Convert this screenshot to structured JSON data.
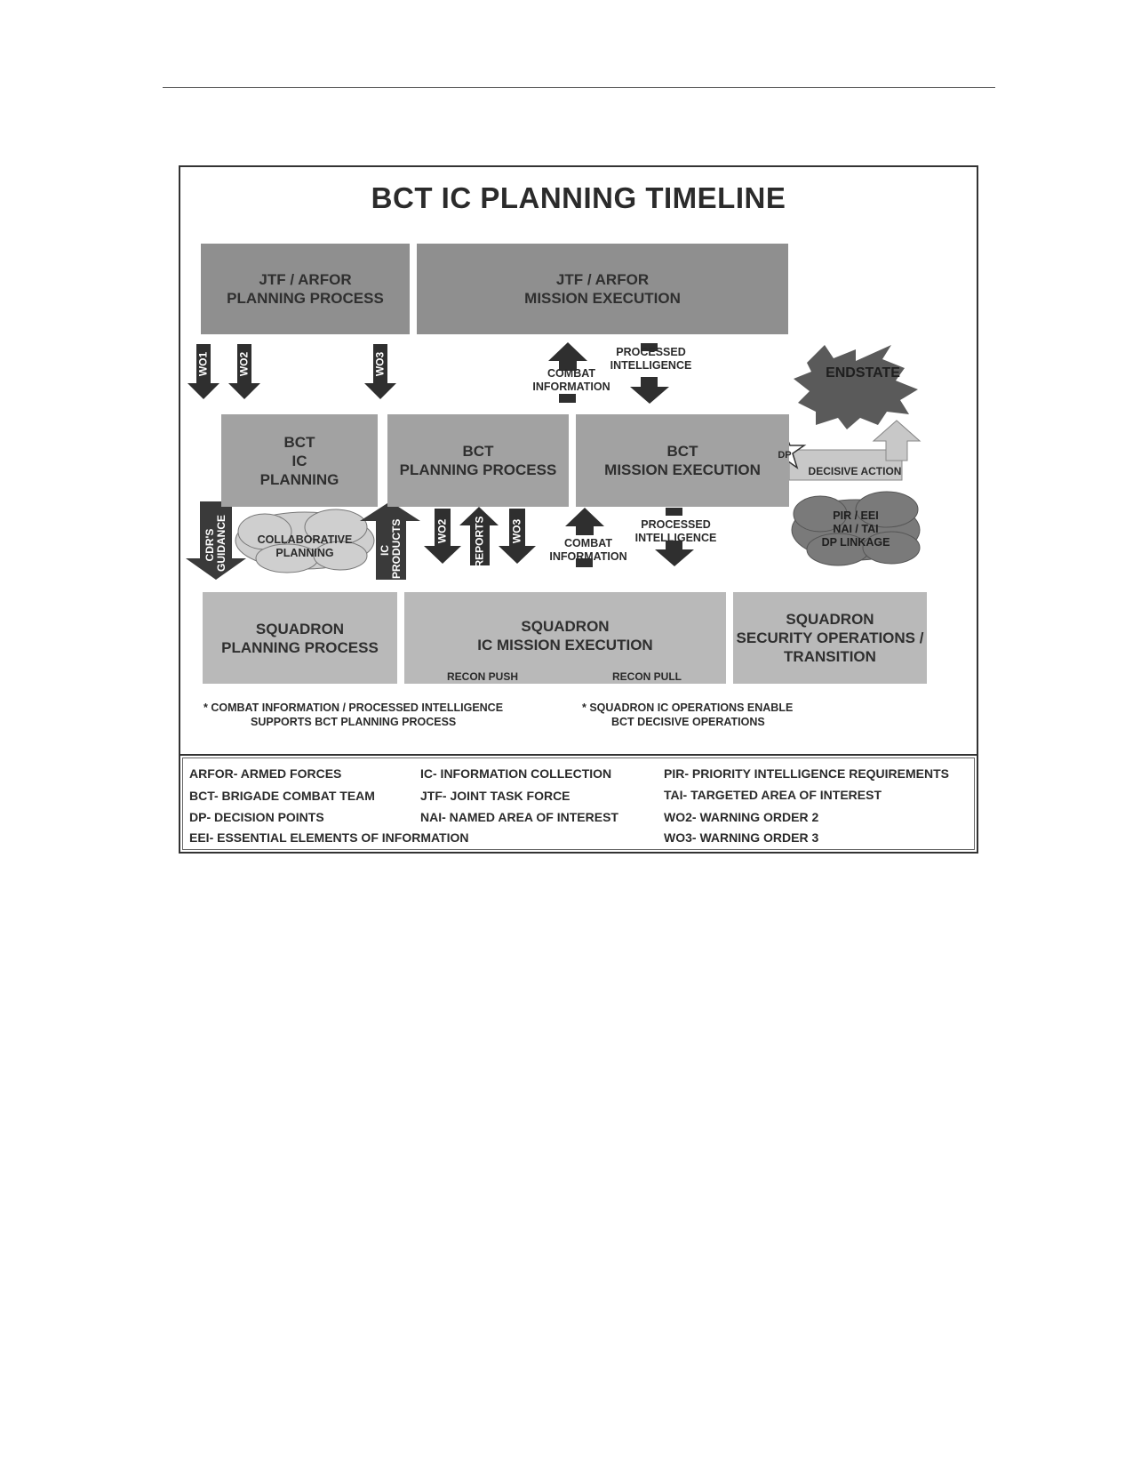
{
  "diagram": {
    "title": "BCT IC PLANNING TIMELINE",
    "jtf_planning": [
      "JTF / ARFOR",
      "PLANNING PROCESS"
    ],
    "jtf_execution": [
      "JTF / ARFOR",
      "MISSION EXECUTION"
    ],
    "endstate": "ENDSTATE",
    "wo1": "WO1",
    "wo2": "WO2",
    "wo3": "WO3",
    "combat_information": [
      "COMBAT",
      "INFORMATION"
    ],
    "processed_intelligence": [
      "PROCESSED",
      "INTELLIGENCE"
    ],
    "bct_ic_planning": [
      "BCT",
      "IC",
      "PLANNING"
    ],
    "bct_planning_process": [
      "BCT",
      "PLANNING PROCESS"
    ],
    "bct_mission_execution": [
      "BCT",
      "MISSION EXECUTION"
    ],
    "dp": "DP",
    "decisive_action": "DECISIVE ACTION",
    "cdrs_guidance": [
      "CDR'S",
      "GUIDANCE"
    ],
    "collaborative_planning": [
      "COLLABORATIVE",
      "PLANNING"
    ],
    "ic_products": [
      "IC",
      "PRODUCTS"
    ],
    "reports": "REPORTS",
    "pir_cloud": [
      "PIR / EEI",
      "NAI / TAI",
      "DP LINKAGE"
    ],
    "squadron_planning": [
      "SQUADRON",
      "PLANNING PROCESS"
    ],
    "squadron_ic_execution": [
      "SQUADRON",
      "IC MISSION EXECUTION"
    ],
    "recon_push": "RECON PUSH",
    "recon_pull": "RECON PULL",
    "squadron_security": [
      "SQUADRON",
      "SECURITY OPERATIONS /",
      "TRANSITION"
    ],
    "note_left": [
      "* COMBAT INFORMATION / PROCESSED INTELLIGENCE",
      "SUPPORTS BCT PLANNING PROCESS"
    ],
    "note_right": [
      "* SQUADRON IC OPERATIONS ENABLE",
      "BCT DECISIVE OPERATIONS"
    ]
  },
  "legend": {
    "col1": [
      "ARFOR- ARMED FORCES",
      "BCT- BRIGADE COMBAT TEAM",
      "DP- DECISION POINTS",
      "EEI- ESSENTIAL ELEMENTS OF INFORMATION"
    ],
    "col2": [
      "IC- INFORMATION COLLECTION",
      "JTF- JOINT TASK FORCE",
      "NAI- NAMED AREA OF INTEREST"
    ],
    "col3": [
      "PIR- PRIORITY INTELLIGENCE REQUIREMENTS",
      "TAI- TARGETED AREA OF INTEREST",
      "WO2- WARNING ORDER 2",
      "WO3- WARNING ORDER 3"
    ]
  },
  "colors": {
    "dark_box": "#8f8f8f",
    "mid_box": "#a2a2a2",
    "light_box": "#b9b9b9",
    "arrow": "#2f2f2f",
    "burst": "#5a5a5a"
  }
}
